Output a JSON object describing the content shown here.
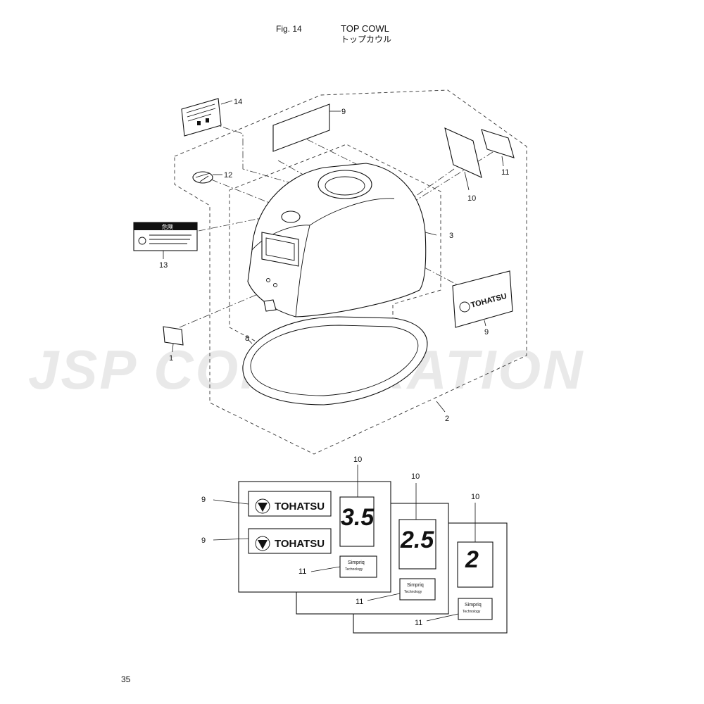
{
  "header": {
    "figure": "Fig. 14",
    "title_en": "TOP COWL",
    "title_jp": "トップカウル"
  },
  "watermark": "JSP CORPORATION",
  "page_number": "35",
  "callouts": {
    "c14": "14",
    "c9a": "9",
    "c12": "12",
    "c11a": "11",
    "c10a": "10",
    "c3": "3",
    "c13": "13",
    "c9b": "9",
    "c8": "8",
    "c1": "1",
    "c2": "2",
    "p1_10": "10",
    "p1_9a": "9",
    "p1_9b": "9",
    "p1_11": "11",
    "p2_10": "10",
    "p2_11": "11",
    "p3_10": "10",
    "p3_11": "11"
  },
  "decals": {
    "brand": "TOHATSU",
    "warning_label": "危険",
    "model_35": "3.5",
    "model_25": "2.5",
    "model_2": "2",
    "simpriq_1": "Simpriq",
    "simpriq_2": "Technology"
  },
  "colors": {
    "line": "#111111",
    "watermark": "#e9e9e9",
    "background": "#ffffff"
  }
}
